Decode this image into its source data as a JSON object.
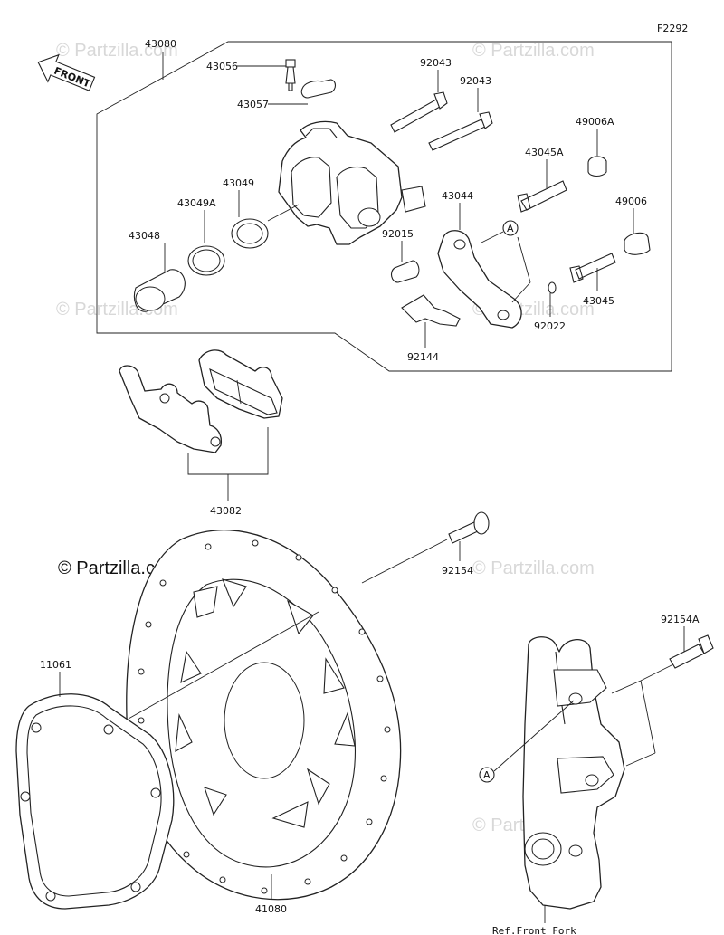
{
  "figure_code": "F2292",
  "front_label": "FRONT",
  "watermark": "© Partzilla.com",
  "watermark_main": "© Partzilla.com",
  "reference_label": "Ref.Front Fork",
  "callout_letter": "A",
  "part_numbers": {
    "p43080": "43080",
    "p43056": "43056",
    "p43057": "43057",
    "p92043a": "92043",
    "p92043b": "92043",
    "p49006A": "49006A",
    "p43045A": "43045A",
    "p43049": "43049",
    "p43049A": "43049A",
    "p43044": "43044",
    "p49006": "49006",
    "p92015": "92015",
    "p43048": "43048",
    "p43045": "43045",
    "p92022": "92022",
    "p92144": "92144",
    "p43082": "43082",
    "p92154": "92154",
    "p92154A": "92154A",
    "p11061": "11061",
    "p41080": "41080"
  }
}
